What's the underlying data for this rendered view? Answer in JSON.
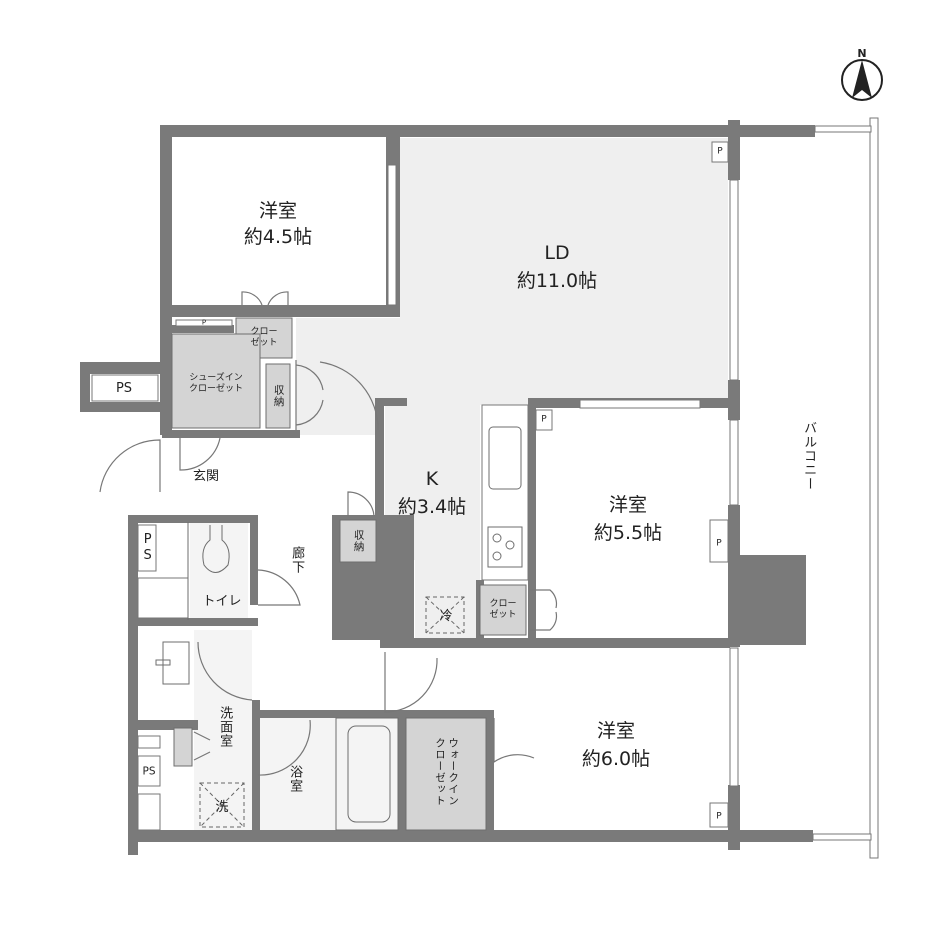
{
  "compass": {
    "label": "N"
  },
  "rooms": {
    "western_room_1": {
      "name": "洋室",
      "size": "約4.5帖"
    },
    "ld": {
      "name": "LD",
      "size": "約11.0帖"
    },
    "kitchen": {
      "name": "K",
      "size": "約3.4帖"
    },
    "western_room_2": {
      "name": "洋室",
      "size": "約5.5帖"
    },
    "western_room_3": {
      "name": "洋室",
      "size": "約6.0帖"
    }
  },
  "labels": {
    "closet_1": "クロー\nゼット",
    "shoes_in_closet": "シューズイン\nクローゼット",
    "storage_1": "収納",
    "ps_left": "PS",
    "entrance": "玄関",
    "ps_2": "PS",
    "toilet": "トイレ",
    "hallway": "廊下",
    "storage_2": "収納",
    "fridge": "冷",
    "closet_2": "クロー\nゼット",
    "washroom": "洗面室",
    "bathroom": "浴室",
    "washer": "洗",
    "ps_3": "PS",
    "walk_in_closet": "ウォークイン\nクローゼット",
    "balcony": "バルコニー",
    "pipe_space_marker": "P"
  }
}
